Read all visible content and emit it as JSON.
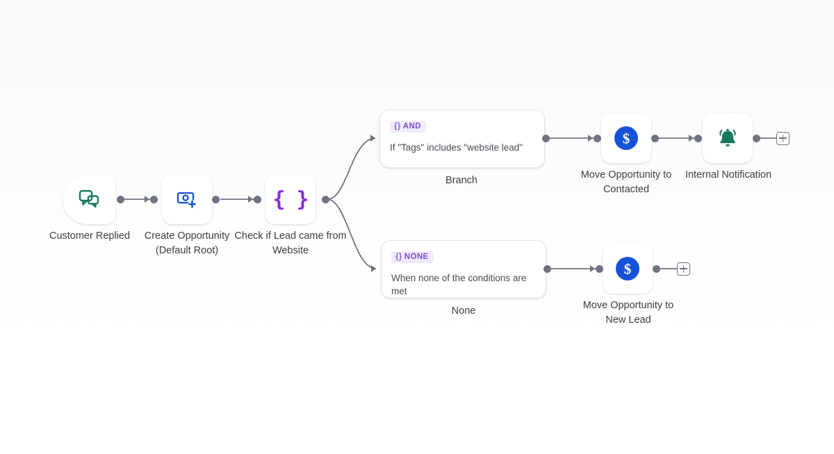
{
  "canvas": {
    "title": "Workflow Builder Canvas",
    "background_color": "#ffffff"
  },
  "colors": {
    "accent_purple": "#8a2be2",
    "badge_bg": "#f0ecfb",
    "badge_text": "#7b4fd6",
    "icon_green": "#17785e",
    "icon_blue": "#1552d8",
    "connector_gray": "#6e7381",
    "label_text": "#3c3c43",
    "card_border": "#e6e4ec"
  },
  "nodes": [
    {
      "id": "customer-replied",
      "label": "Customer Replied",
      "icon": "chat-bubbles-icon",
      "kind": "trigger"
    },
    {
      "id": "create-opportunity",
      "label": "Create Opportunity\n(Default Root)",
      "icon": "money-add-icon",
      "kind": "action"
    },
    {
      "id": "check-lead-source",
      "label": "Check if Lead came from\nWebsite",
      "icon": "braces-icon",
      "kind": "condition"
    },
    {
      "id": "move-opportunity-contacted",
      "label": "Move Opportunity to\nContacted",
      "icon": "dollar-circle-icon",
      "kind": "action"
    },
    {
      "id": "internal-notification",
      "label": "Internal Notification",
      "icon": "bell-icon",
      "kind": "action"
    },
    {
      "id": "move-opportunity-new-lead",
      "label": "Move Opportunity to\nNew Lead",
      "icon": "dollar-circle-icon",
      "kind": "action"
    }
  ],
  "branches": [
    {
      "id": "branch-and",
      "badge_braces": "{}",
      "badge_label": "AND",
      "condition_text": "If \"Tags\" includes \"website lead\"",
      "caption": "Branch"
    },
    {
      "id": "branch-none",
      "badge_braces": "{}",
      "badge_label": "NONE",
      "condition_text": "When none of the conditions are met",
      "caption": "None"
    }
  ],
  "add_buttons": [
    {
      "id": "add-after-internal-notification",
      "glyph": "+"
    },
    {
      "id": "add-after-move-new-lead",
      "glyph": "+"
    }
  ]
}
